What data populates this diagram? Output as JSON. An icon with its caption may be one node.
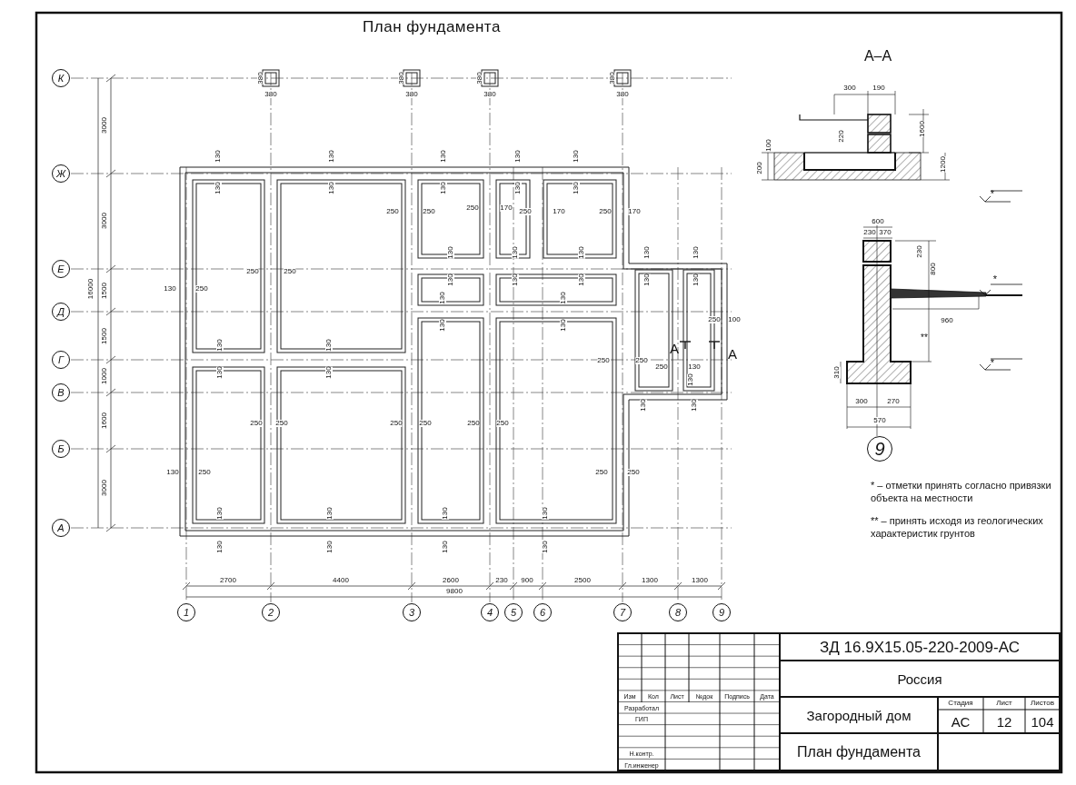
{
  "diagram": {
    "title": "План фундамента",
    "nodes": [
      {
        "text": [
          "К"
        ]
      },
      {
        "text": [
          "Ж"
        ]
      },
      {
        "text": [
          "Е"
        ]
      },
      {
        "text": [
          "Д"
        ]
      },
      {
        "text": [
          "Г"
        ]
      },
      {
        "text": [
          "В"
        ]
      },
      {
        "text": [
          "Б"
        ]
      },
      {
        "text": [
          "А"
        ]
      },
      {
        "text": [
          "1"
        ]
      },
      {
        "text": [
          "2"
        ]
      },
      {
        "text": [
          "3"
        ]
      },
      {
        "text": [
          "4"
        ]
      },
      {
        "text": [
          "5"
        ]
      },
      {
        "text": [
          "6"
        ]
      },
      {
        "text": [
          "7"
        ]
      },
      {
        "text": [
          "8"
        ]
      },
      {
        "text": [
          "9"
        ]
      },
      {
        "text": [
          "9"
        ]
      }
    ],
    "edges": [],
    "labels": [
      "380",
      "380",
      "380",
      "380",
      "380",
      "380",
      "380",
      "380",
      "3000",
      "3000",
      "16000",
      "1500",
      "1500",
      "1000",
      "1600",
      "3000",
      "130",
      "130",
      "130",
      "130",
      "130",
      "130",
      "130",
      "130",
      "130",
      "130",
      "250",
      "250",
      "250",
      "170",
      "250",
      "170",
      "250",
      "170",
      "250",
      "250",
      "130",
      "250",
      "130",
      "130",
      "130",
      "130",
      "130",
      "130",
      "130",
      "130",
      "130",
      "130",
      "130",
      "130",
      "130",
      "130",
      "250",
      "100",
      "130",
      "130",
      "130",
      "130",
      "250",
      "250",
      "250",
      "130",
      "130",
      "130",
      "130",
      "250",
      "250",
      "250",
      "250",
      "250",
      "250",
      "130",
      "250",
      "250",
      "250",
      "130",
      "130",
      "130",
      "130",
      "130",
      "130",
      "130",
      "130",
      "2700",
      "4400",
      "2600",
      "230",
      "900",
      "2500",
      "1300",
      "1300",
      "9800",
      "А",
      "А",
      "А–А",
      "300",
      "190",
      "220",
      "1600",
      "200",
      "100",
      "1200",
      "600",
      "230",
      "370",
      "*",
      "230",
      "800",
      "*",
      "960",
      "**",
      "*",
      "310",
      "300",
      "270",
      "570",
      "* – отметки принять согласно привязки объекта на местности",
      "** – принять исходя из геологических характеристик грунтов",
      "ЗД 16.9Х15.05-220-2009-АС",
      "Россия",
      "Загородный дом",
      "Стадия",
      "Лист",
      "Листов",
      "АС",
      "12",
      "104",
      "План фундамента",
      "Изм",
      "Кол",
      "Лист",
      "№док",
      "Подпись",
      "Дата",
      "Разработал",
      "ГИП",
      "Н.контр.",
      "Гл.инженер"
    ]
  }
}
